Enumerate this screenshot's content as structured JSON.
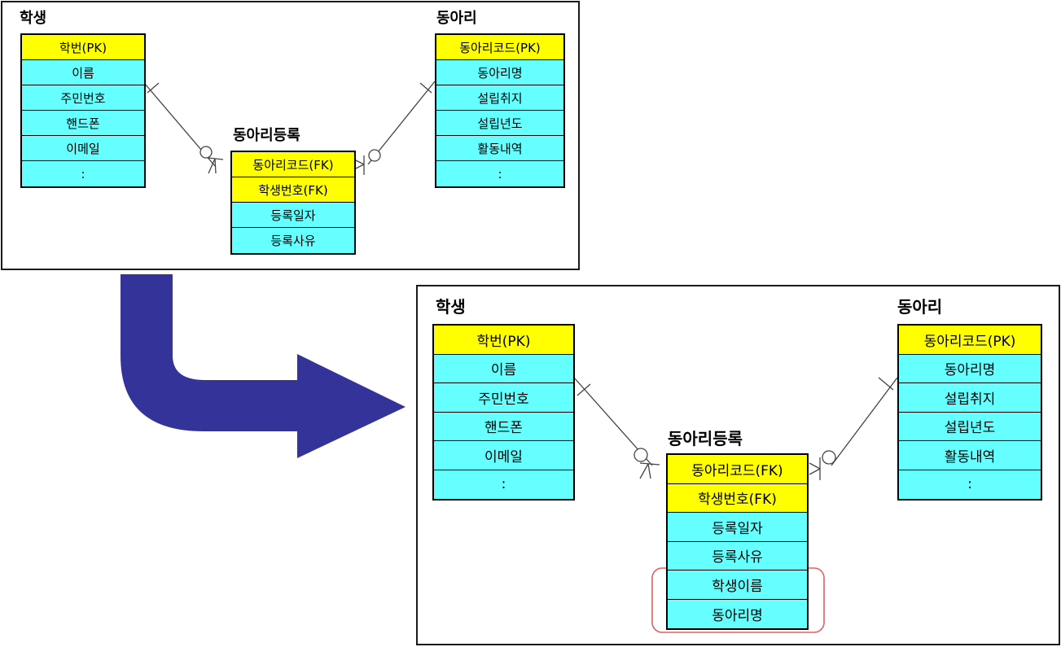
{
  "top": {
    "student": {
      "title": "학생",
      "rows": [
        {
          "label": "학번(PK)",
          "key": true
        },
        {
          "label": "이름",
          "key": false
        },
        {
          "label": "주민번호",
          "key": false
        },
        {
          "label": "핸드폰",
          "key": false
        },
        {
          "label": "이메일",
          "key": false
        },
        {
          "label": ":",
          "key": false
        }
      ]
    },
    "registration": {
      "title": "동아리등록",
      "rows": [
        {
          "label": "동아리코드(FK)",
          "key": true
        },
        {
          "label": "학생번호(FK)",
          "key": true
        },
        {
          "label": "등록일자",
          "key": false
        },
        {
          "label": "등록사유",
          "key": false
        }
      ]
    },
    "club": {
      "title": "동아리",
      "rows": [
        {
          "label": "동아리코드(PK)",
          "key": true
        },
        {
          "label": "동아리명",
          "key": false
        },
        {
          "label": "설립취지",
          "key": false
        },
        {
          "label": "설립년도",
          "key": false
        },
        {
          "label": "활동내역",
          "key": false
        },
        {
          "label": ":",
          "key": false
        }
      ]
    }
  },
  "bottom": {
    "student": {
      "title": "학생",
      "rows": [
        {
          "label": "학번(PK)",
          "key": true
        },
        {
          "label": "이름",
          "key": false
        },
        {
          "label": "주민번호",
          "key": false
        },
        {
          "label": "핸드폰",
          "key": false
        },
        {
          "label": "이메일",
          "key": false
        },
        {
          "label": ":",
          "key": false
        }
      ]
    },
    "registration": {
      "title": "동아리등록",
      "rows": [
        {
          "label": "동아리코드(FK)",
          "key": true
        },
        {
          "label": "학생번호(FK)",
          "key": true
        },
        {
          "label": "등록일자",
          "key": false
        },
        {
          "label": "등록사유",
          "key": false
        },
        {
          "label": "학생이름",
          "key": false
        },
        {
          "label": "동아리명",
          "key": false
        }
      ]
    },
    "club": {
      "title": "동아리",
      "rows": [
        {
          "label": "동아리코드(PK)",
          "key": true
        },
        {
          "label": "동아리명",
          "key": false
        },
        {
          "label": "설립취지",
          "key": false
        },
        {
          "label": "설립년도",
          "key": false
        },
        {
          "label": "활동내역",
          "key": false
        },
        {
          "label": ":",
          "key": false
        }
      ]
    }
  },
  "colors": {
    "key_fill": "#ffff00",
    "attr_fill": "#66ffff",
    "arrow_fill": "#333399",
    "highlight_stroke": "#e06060",
    "line_stroke": "#444444"
  },
  "icons": [
    "curved-arrow-icon",
    "crow-foot-icon",
    "optional-circle-icon",
    "one-bar-icon"
  ]
}
